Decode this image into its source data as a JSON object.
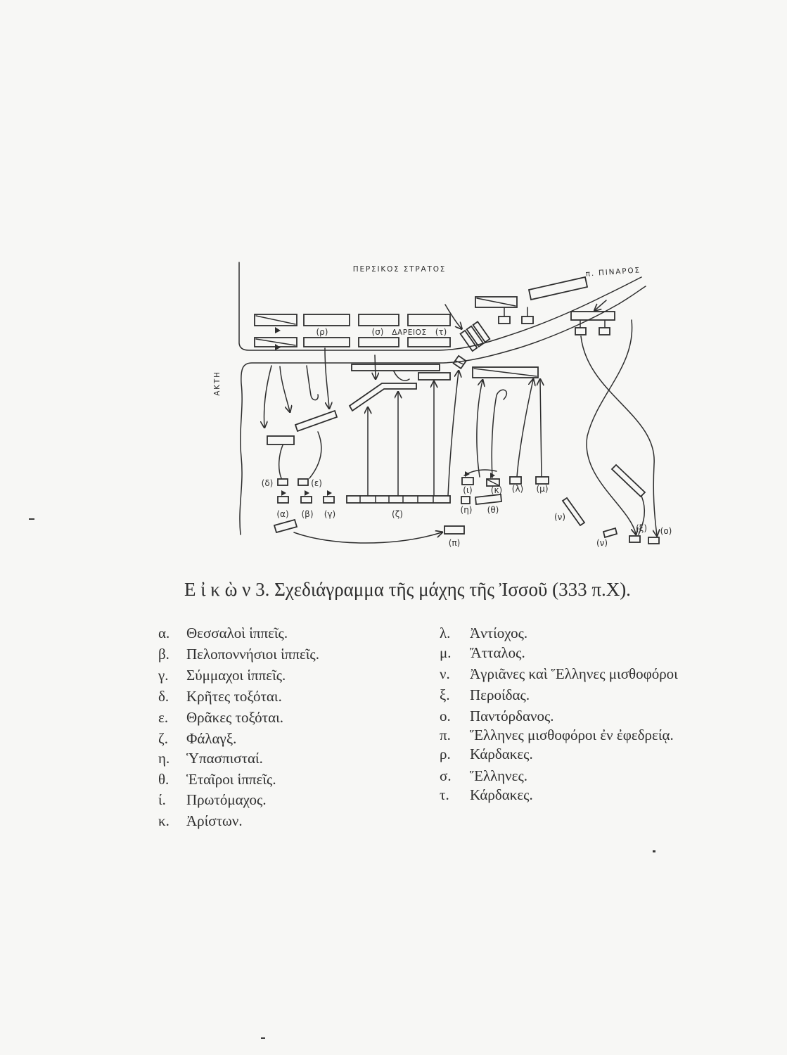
{
  "page": {
    "background": "#f7f7f5",
    "ink": "#2e2e2e"
  },
  "diagram": {
    "labels": {
      "persian_army": "ΠΕΡΣΙΚΟΣ ΣΤΡΑΤΟΣ",
      "river": "π. ΠΙΝΑΡΟΣ",
      "coast": "ΑΚΤΗ",
      "rho": "(ρ)",
      "sigma": "(σ)",
      "dareios": "ΔΑΡΕΙΟΣ",
      "tau": "(τ)",
      "delta": "(δ)",
      "epsilon": "(ε)",
      "alpha": "(α)",
      "beta": "(β)",
      "gamma": "(γ)",
      "zeta": "(ζ)",
      "eta": "(η)",
      "theta": "(θ)",
      "iota": "(ι)",
      "kappa": "(κ)",
      "lambda": "(λ)",
      "mu": "(μ)",
      "nu": "(ν)",
      "nu_2": "(ν)",
      "pi": "(π)",
      "xi": "(ξ)",
      "omicron": "(ο)"
    }
  },
  "caption": "Ε ἰ κ ὼ ν 3. Σχεδιάγραμμα τῆς μάχης τῆς Ἰσσοῦ (333 π.Χ).",
  "legend": {
    "left": [
      {
        "key": "α.",
        "text": "Θεσσαλοὶ ἱππεῖς."
      },
      {
        "key": "β.",
        "text": "Πελοποννήσιοι ἱππεῖς."
      },
      {
        "key": "γ.",
        "text": "Σύμμαχοι ἱππεῖς."
      },
      {
        "key": "δ.",
        "text": "Κρῆτες τοξόται."
      },
      {
        "key": "ε.",
        "text": "Θρᾶκες τοξόται."
      },
      {
        "key": "ζ.",
        "text": "Φάλαγξ."
      },
      {
        "key": "η.",
        "text": "Ὑπασπισταί."
      },
      {
        "key": "θ.",
        "text": "Ἑταῖροι ἱππεῖς."
      },
      {
        "key": "ί.",
        "text": "Πρωτόμαχος."
      },
      {
        "key": "κ.",
        "text": "Ἀρίστων."
      }
    ],
    "right": [
      {
        "key": "λ.",
        "text": "Ἀντίοχος."
      },
      {
        "key": "μ.",
        "text": "Ἄτταλος."
      },
      {
        "key": "ν.",
        "text": "Ἀγριᾶνες καὶ Ἕλληνες μισθοφόροι"
      },
      {
        "key": "ξ.",
        "text": "Περοίδας."
      },
      {
        "key": "ο.",
        "text": "Παντόρδανος."
      },
      {
        "key": "π.",
        "text": "Ἕλληνες μισθοφόροι ἐν ἐφεδρείᾳ."
      },
      {
        "key": "ρ.",
        "text": "Κάρδακες."
      },
      {
        "key": "σ.",
        "text": "Ἕλληνες."
      },
      {
        "key": "τ.",
        "text": "Κάρδακες."
      }
    ]
  }
}
